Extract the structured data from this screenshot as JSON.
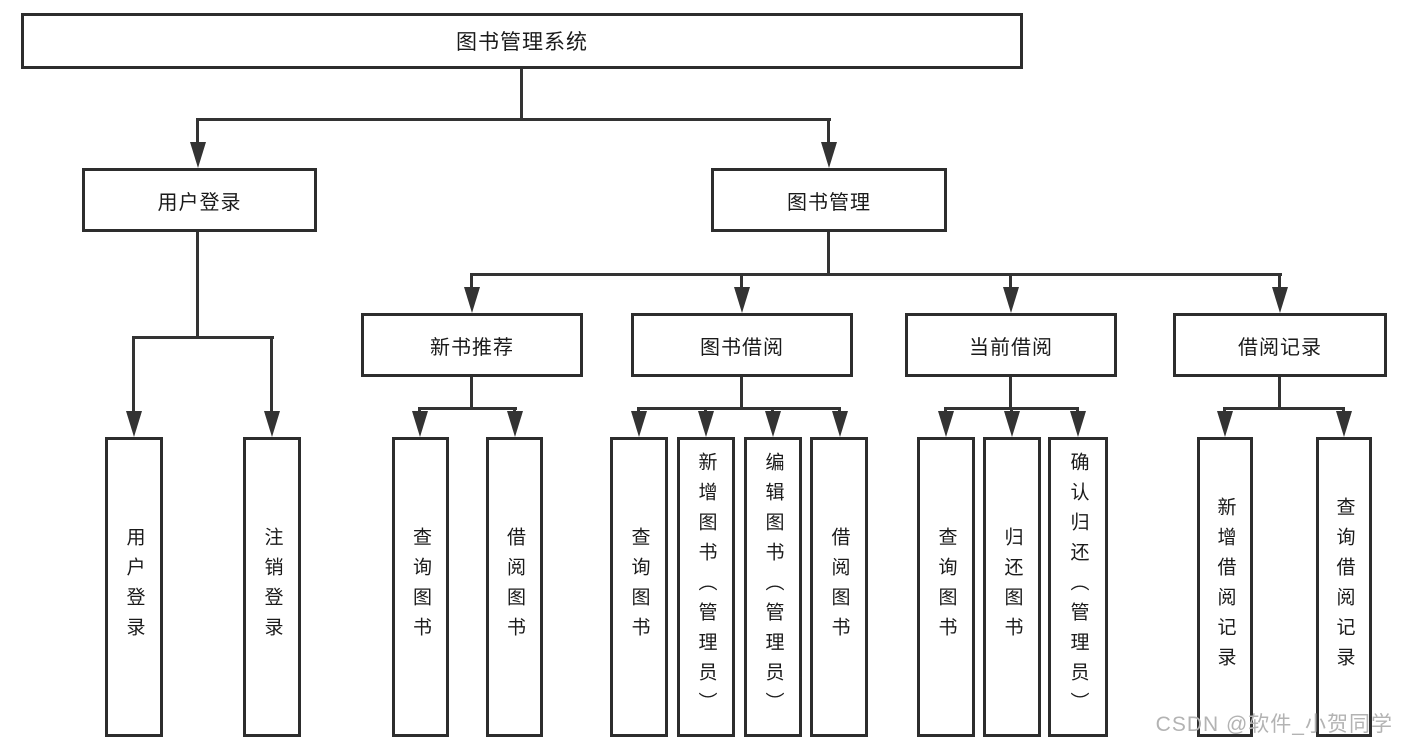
{
  "diagram": {
    "root": {
      "label": "图书管理系统"
    },
    "level2": [
      {
        "label": "用户登录"
      },
      {
        "label": "图书管理"
      }
    ],
    "level3": [
      {
        "label": "新书推荐"
      },
      {
        "label": "图书借阅"
      },
      {
        "label": "当前借阅"
      },
      {
        "label": "借阅记录"
      }
    ],
    "leaves": [
      {
        "label": "用户登录"
      },
      {
        "label": "注销登录"
      },
      {
        "label": "查询图书"
      },
      {
        "label": "借阅图书"
      },
      {
        "label": "查询图书"
      },
      {
        "label": "新增图书（管理员）"
      },
      {
        "label": "编辑图书（管理员）"
      },
      {
        "label": "借阅图书"
      },
      {
        "label": "查询图书"
      },
      {
        "label": "归还图书"
      },
      {
        "label": "确认归还（管理员）"
      },
      {
        "label": "新增借阅记录"
      },
      {
        "label": "查询借阅记录"
      }
    ],
    "colors": {
      "border": "#2d2d2d",
      "line": "#333333",
      "text": "#1a1a1a",
      "watermark_text": "#b3b3b3",
      "background": "#ffffff"
    }
  },
  "watermark": {
    "text": "CSDN @软件_小贺同学"
  }
}
